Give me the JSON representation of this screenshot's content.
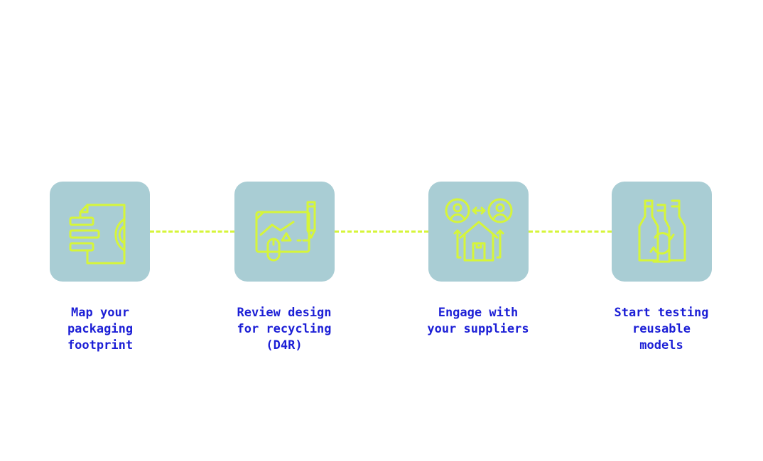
{
  "accent_color": "#d6f53a",
  "box_color": "#a9cdd4",
  "label_color": "#1c1fd6",
  "steps": [
    {
      "icon": "packaging-gear-icon",
      "label_lines": [
        "Map your",
        "packaging",
        "footprint"
      ]
    },
    {
      "icon": "design-blueprint-icon",
      "label_lines": [
        "Review design",
        "for recycling",
        "(D4R)"
      ]
    },
    {
      "icon": "supplier-exchange-icon",
      "label_lines": [
        "Engage with",
        "your suppliers"
      ]
    },
    {
      "icon": "reusable-bottles-icon",
      "label_lines": [
        "Start testing",
        "reusable",
        "models"
      ]
    }
  ]
}
